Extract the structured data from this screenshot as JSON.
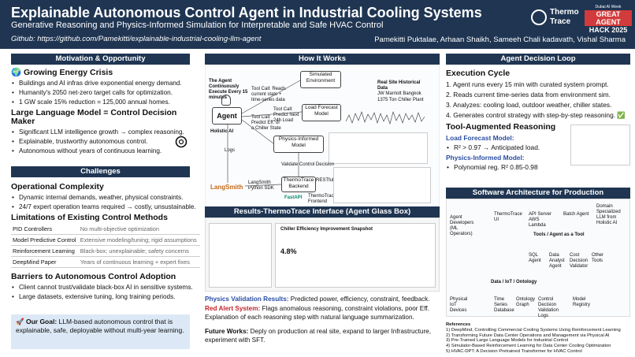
{
  "header": {
    "title": "Explainable Autonomous Control Agent in Industrial Cooling Systems",
    "subtitle": "Generative Reasoning and Physics-Informed Simulation for Interpretable and Safe HVAC Control",
    "github": "Github: https://github.com/Pamekitti/explainable-industrial-cooling-llm-agent",
    "authors": "Pamekitti Puktalae, Arhaan Shaikh, Sameeh Chali kadavath, Vishal Sharma",
    "logo_thermo": "Thermo Trace",
    "logo_hack_top": "Dubai AI Week",
    "logo_hack_mid": "GREAT AGENT",
    "logo_hack_bottom": "HACK 2025"
  },
  "motivation": {
    "heading": "Motivation & Opportunity",
    "growing_title": "Growing Energy Crisis",
    "growing_items": [
      "Buildings and AI infras drive exponential energy demand.",
      "Humanity's 2050 net-zero target calls for optimization.",
      "1 GW scale 15% reduction = 125,000 annual homes."
    ],
    "llm_title": "Large Language Model = Control Decision Maker",
    "llm_items": [
      "Significant LLM intelligence growth → complex reasoning.",
      "Explainable, trustworthy autonomous control.",
      "Autonomous without years of continuous learning."
    ]
  },
  "challenges": {
    "heading": "Challenges",
    "op_title": "Operational Complexity",
    "op_items": [
      "Dynamic internal demands, weather, physical constraints.",
      "24/7 expert operation teams required → costly, unsustainable."
    ],
    "lim_title": "Limitations of Existing Control Methods",
    "methods": [
      {
        "name": "PID Controllers",
        "issue": "No multi-objective optimization"
      },
      {
        "name": "Model Predictive Control",
        "issue": "Extensive modeling/tuning; rigid assumptions"
      },
      {
        "name": "Reinforcement Learning",
        "issue": "Black-box; unexplainable; safety concerns"
      },
      {
        "name": "DeepMind Paper",
        "issue": "Years of continuous learning + expert fixes"
      }
    ],
    "barrier_title": "Barriers to Autonomous Control Adoption",
    "barrier_items": [
      "Client cannot trust/validate black-box AI in sensitive systems.",
      "Large datasets, extensive tuning, long training periods."
    ]
  },
  "goal": {
    "label": "Our Goal:",
    "text": " LLM-based autonomous control that is explainable, safe, deployable without multi-year learning."
  },
  "how": {
    "heading": "How It Works",
    "agent_note": "The Agent Continuously Execute Every 15 minutes",
    "agent": "Agent",
    "sim_env": "Simulated Environment",
    "toolcall1": "Tool Call: Reads current state + time-series data",
    "toolcall2": "Tool Call: Predict Next 24h Load",
    "toolcall3": "Tool Call: Predict Eff. of a Chiller State",
    "load_model": "Load Forecast Model",
    "site_title": "Real Site Historical Data",
    "site_name": "JW Marriott Bangkok",
    "site_plant": "1375 Ton Chiller Plant",
    "pinn": "Physics-Informed Model",
    "holistic": "Holistic AI",
    "logs": "Logs",
    "validate": "Validate Control Decision",
    "langsmith": "LangSmith",
    "langsmith_sdk": "LangSmith Python SDK",
    "backend": "ThermoTrace Backend",
    "frontend": "ThermoTrace Frontend",
    "restful": "RESTful",
    "fastapi": "FastAPI"
  },
  "results": {
    "heading": "Results-ThermoTrace Interface (Agent Glass Box)",
    "panel_title": "Chiller Efficiency Improvement Snapshot",
    "panel_value": "4.8%",
    "phys_label": "Physics Validation Results:",
    "phys_text": " Predicted power, efficiency, constraint, feedback.",
    "red_label": "Red Alert System:",
    "red_text": " Flags anomalous reasoning, constraint violations, poor Eff.",
    "explain_text": "Explanation of each reasoning step with natural language summarization.",
    "future_label": "Future Works:",
    "future_text": " Deply on production at real site, expand to larger Infrastructure, experiment with SFT."
  },
  "loop": {
    "heading": "Agent Decision Loop",
    "exec_title": "Execution Cycle",
    "steps": [
      "1. Agent runs every 15 min with curated system prompt.",
      "2. Reads current time-series data from environment sim.",
      "3. Analyzes: cooling load, outdoor weather, chiller states.",
      "4. Generates control strategy with step-by-step reasoning. ✅"
    ],
    "tool_title": "Tool-Augmented Reasoning",
    "lf_title": "Load Forecast Model:",
    "lf_item": "R² > 0.97 → Anticipated load.",
    "pi_title": "Physics-Informed Model:",
    "pi_item": "Polynomial reg. R² 0.85-0.98"
  },
  "arch": {
    "heading": "Software Architecture for Production",
    "nodes": [
      "Agent Developers (ML Operators)",
      "ThermoTrace UI",
      "API Server AWS Lambda",
      "Batch Agent",
      "Domain Specialized LLM from Holistic AI",
      "Tools / Agent as a Tool",
      "SQL Agent",
      "Data Analyst Agent",
      "Cost Decision Validator",
      "Other Tools",
      "Data / IoT / Ontology",
      "Time Series Database",
      "Ontology Graph",
      "Control Decision Validation Logs",
      "Model Registry",
      "Physical IoT Devices"
    ]
  },
  "references": {
    "title": "References",
    "items": [
      "1)  DeepMind, Controlling Commercial Cooling Systems Using Reinforcement Learning",
      "2)  Transforming Future Data Center Operations and Management via Physical AI",
      "3)  Pre-Trained Large Language Models for Industrial Control",
      "4)  Simulator-Based Reinforcement Learning for Data Center Cooling Optimization",
      "5)  HVAC-DPT: A Decision Pretrained Transformer for HVAC Control"
    ]
  },
  "colors": {
    "header": "#1f3552",
    "accent_blue": "#2b4ea2",
    "alert_red": "#c0262d",
    "goal_bg": "#dce8f5"
  },
  "icons": [
    "globe-icon",
    "openai-icon",
    "rocket-icon",
    "check-icon",
    "ollama-icon"
  ]
}
